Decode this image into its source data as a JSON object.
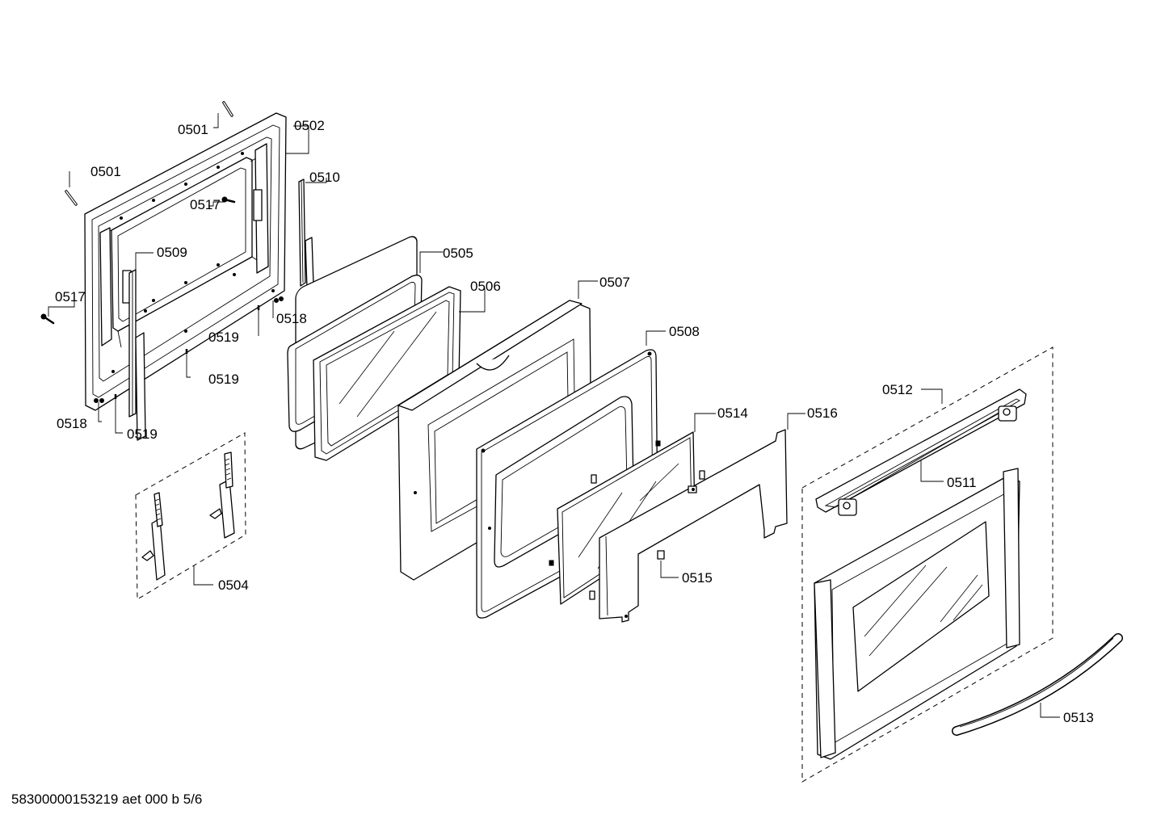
{
  "footer": "58300000153219 aet 000 b 5/6",
  "labels": {
    "l0501a": "0501",
    "l0501b": "0501",
    "l0502": "0502",
    "l0510": "0510",
    "l0517a": "0517",
    "l0509": "0509",
    "l0517b": "0517",
    "l0518a": "0518",
    "l0519a": "0519",
    "l0519b": "0519",
    "l0518b": "0518",
    "l0519c": "0519",
    "l0505": "0505",
    "l0506": "0506",
    "l0507": "0507",
    "l0508": "0508",
    "l0514": "0514",
    "l0516": "0516",
    "l0512": "0512",
    "l0511": "0511",
    "l0504": "0504",
    "l0515": "0515",
    "l0513": "0513"
  }
}
